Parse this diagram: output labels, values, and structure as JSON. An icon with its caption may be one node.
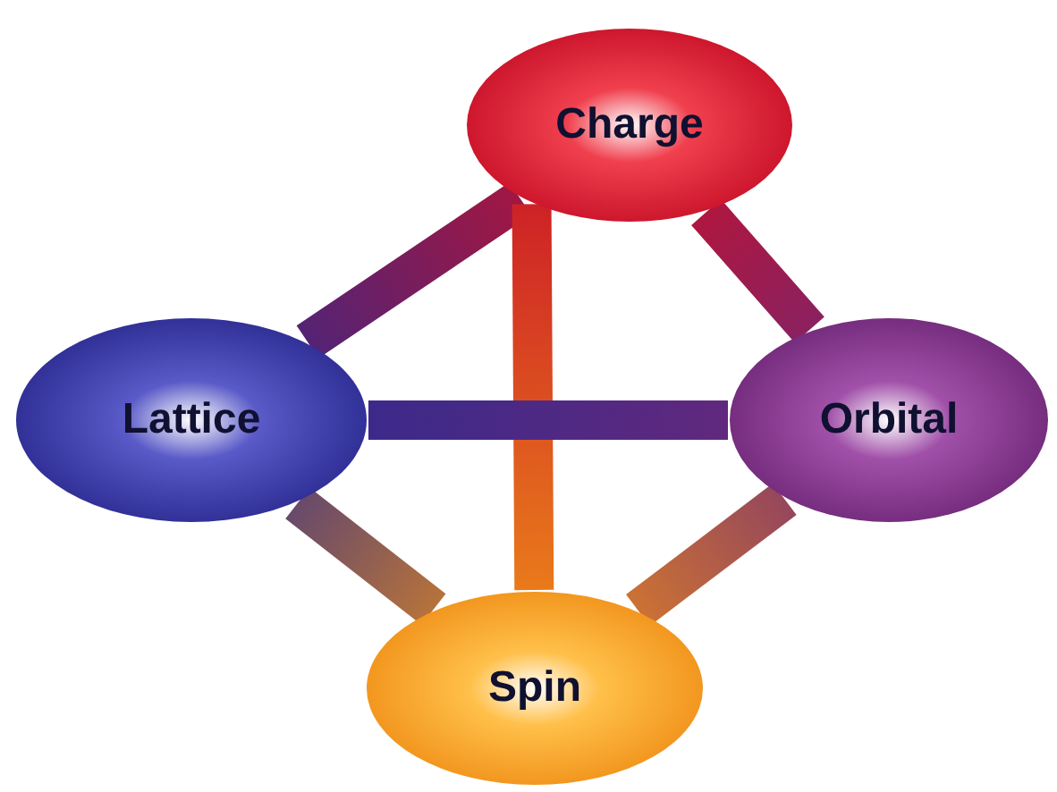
{
  "diagram": {
    "nodes": [
      {
        "text": [
          "Charge"
        ]
      },
      {
        "text": [
          "Lattice"
        ]
      },
      {
        "text": [
          "Orbital"
        ]
      },
      {
        "text": [
          "Spin"
        ]
      }
    ],
    "edges": [
      {
        "from": 0,
        "to": 1,
        "arrow": "none"
      },
      {
        "from": 0,
        "to": 2,
        "arrow": "none"
      },
      {
        "from": 0,
        "to": 3,
        "arrow": "none"
      },
      {
        "from": 1,
        "to": 2,
        "arrow": "none"
      },
      {
        "from": 1,
        "to": 3,
        "arrow": "none"
      },
      {
        "from": 2,
        "to": 3,
        "arrow": "none"
      }
    ]
  }
}
